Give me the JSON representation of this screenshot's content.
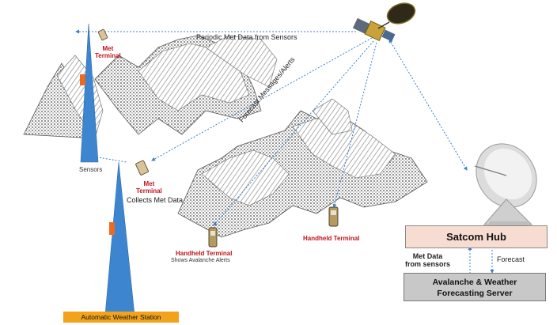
{
  "links": {
    "periodic": "Periodic Met Data from Sensors",
    "forecast_messages": "Forecast Messages/Alerts",
    "collects": "Collects Met Data",
    "sensors": "Sensors"
  },
  "terminals": {
    "met_top": [
      "Met",
      "Terminal"
    ],
    "met_mid": [
      "Met",
      "Terminal"
    ],
    "handheld_left": "Handheld Terminal",
    "handheld_left_caption": "Shows Avalanche Alerts",
    "handheld_right": "Handheld Terminal"
  },
  "hub": {
    "satcom": "Satcom Hub",
    "met_data": [
      "Met Data",
      "from sensors"
    ],
    "forecast": "Forecast",
    "server": [
      "Avalanche & Weather",
      "Forecasting Server"
    ]
  },
  "station": {
    "label": "Automatic Weather Station"
  },
  "colors": {
    "tower": "#3d86cf",
    "accent_red": "#c0141c",
    "hub_fill": "#f7dcd2",
    "server_fill": "#c8c8c8",
    "station_fill": "#f3a31b",
    "link_blue": "#3a7fc7"
  }
}
